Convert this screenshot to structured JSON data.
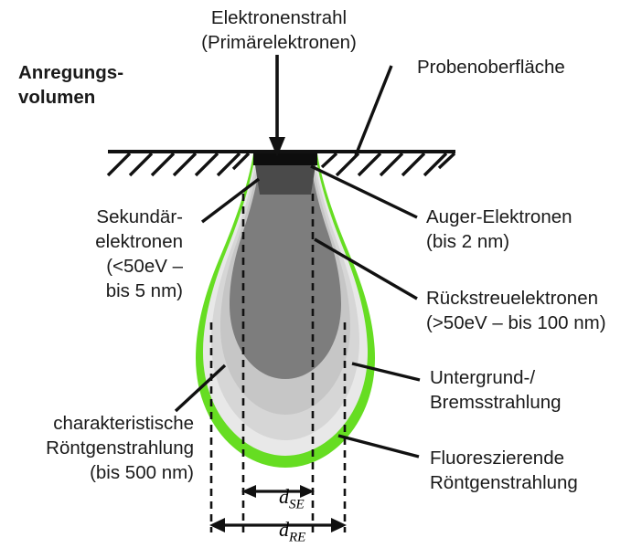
{
  "diagram": {
    "title_label": "Anregungs-\nvolumen",
    "labels": {
      "beam": "Elektronenstrahl\n(Primärelektronen)",
      "surface": "Probenoberfläche",
      "secondary_electrons": "Sekundär-\nelektronen\n(<50eV –\nbis 5 nm)",
      "auger": "Auger-Elektronen\n(bis 2 nm)",
      "backscatter": "Rückstreuelektronen\n(>50eV – bis 100 nm)",
      "background": "Untergrund-/\nBremsstrahlung",
      "characteristic_xray": "charakteristische\nRöntgenstrahlung\n(bis 500 nm)",
      "fluorescent_xray": "Fluoreszierende\nRöntgenstrahlung"
    },
    "dimensions": {
      "d_se_symbol": "d",
      "d_se_sub": "SE",
      "d_re_symbol": "d",
      "d_re_sub": "RE"
    },
    "colors": {
      "outline_green": "#66dd22",
      "zone_black": "#0d0d0d",
      "zone_dark_gray": "#4d4d4d",
      "zone_mid_gray": "#7f7f7f",
      "zone_light_gray": "#bfbfbf",
      "zone_lighter_gray": "#d9d9d9",
      "zone_lightest_gray": "#e6e6e6",
      "line_black": "#111111",
      "background": "#ffffff"
    }
  }
}
